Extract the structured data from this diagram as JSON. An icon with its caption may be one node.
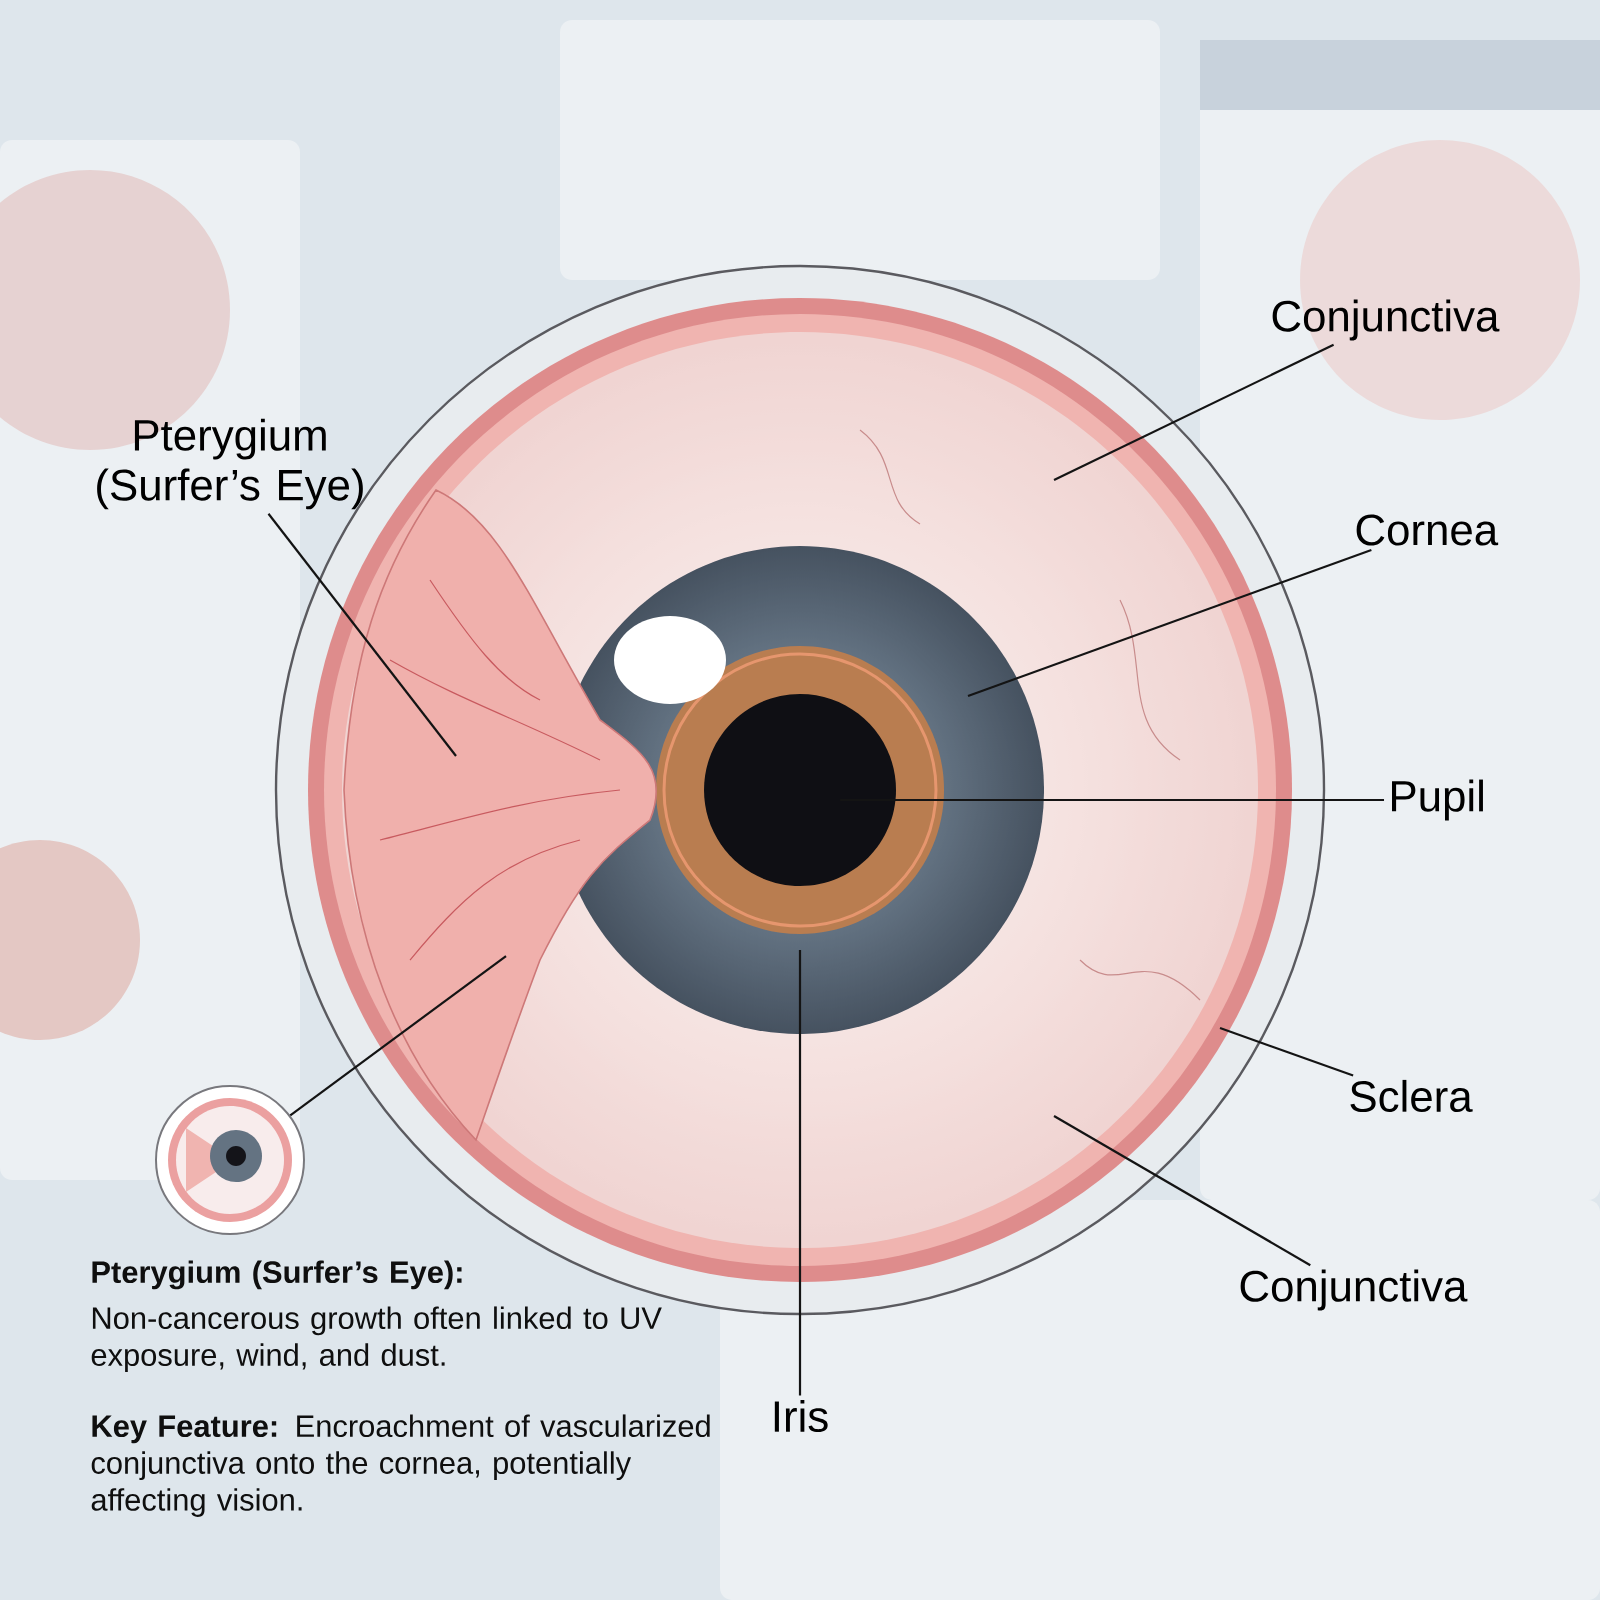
{
  "diagram": {
    "nodes": [
      {
        "text": [
          "Pterygium (Surfer’s Eye)"
        ]
      },
      {
        "text": [
          "Conjunctiva"
        ]
      },
      {
        "text": [
          "Cornea"
        ]
      },
      {
        "text": [
          "Pupil"
        ]
      },
      {
        "text": [
          "Sclera"
        ]
      },
      {
        "text": [
          "Conjunctiva"
        ]
      },
      {
        "text": [
          "Iris"
        ]
      },
      {
        "text": [],
        "shape": "picture"
      }
    ],
    "edges": [
      {
        "from": 0,
        "to": null,
        "arrow": "none"
      },
      {
        "from": 1,
        "to": null,
        "arrow": "none"
      },
      {
        "from": 2,
        "to": null,
        "arrow": "none"
      },
      {
        "from": 3,
        "to": null,
        "arrow": "none"
      },
      {
        "from": 4,
        "to": null,
        "arrow": "none"
      },
      {
        "from": 5,
        "to": null,
        "arrow": "none"
      },
      {
        "from": 6,
        "to": null,
        "arrow": "none"
      },
      {
        "from": 7,
        "to": null,
        "arrow": "none"
      }
    ],
    "labels": [
      "Pterygium (Surfer’s Eye):",
      "Non-cancerous growth often linked to UV exposure, wind, and dust.",
      "**Key Feature:** Encroachment of vascularized conjunctiva onto the cornea, potentially affecting vision."
    ]
  }
}
